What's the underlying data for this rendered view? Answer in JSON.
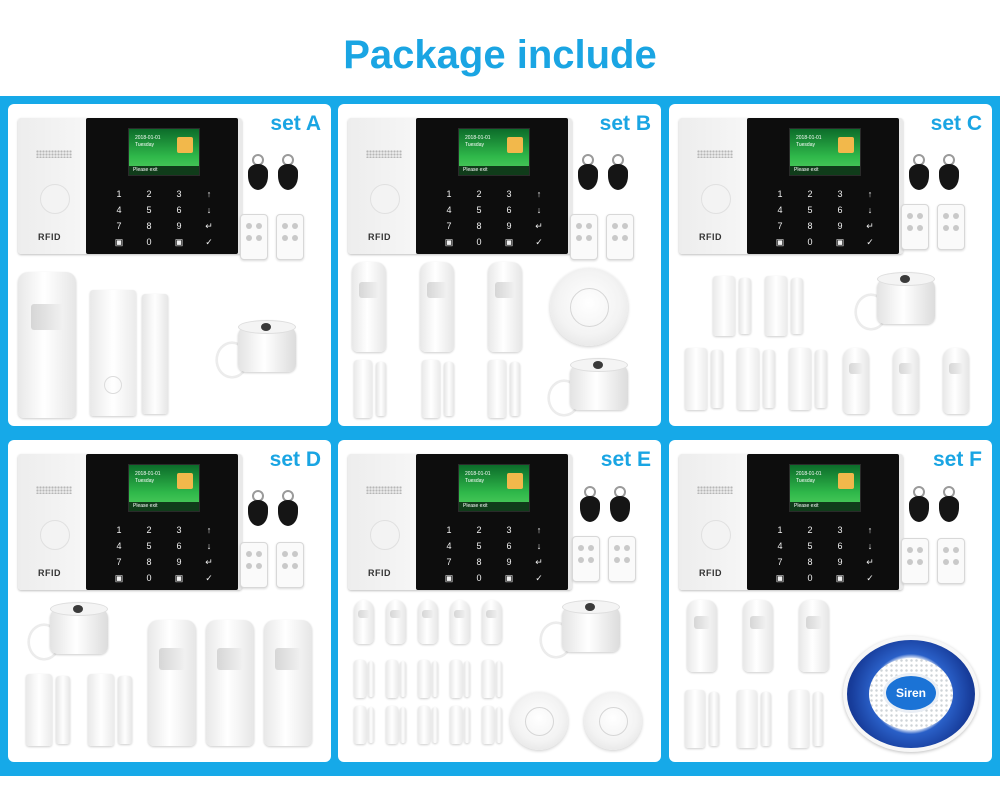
{
  "title": "Package include",
  "accent_color": "#1aa5e3",
  "frame_color": "#16a9e8",
  "host": {
    "brand_label": "RFID",
    "screen_date": "2018-01-01",
    "screen_day": "Tuesday",
    "screen_status": "Please exit",
    "keys": [
      "1",
      "2",
      "3",
      "↑",
      "4",
      "5",
      "6",
      "↓",
      "7",
      "8",
      "9",
      "↵",
      "▣",
      "0",
      "▣",
      "✓"
    ]
  },
  "sets": [
    {
      "label": "set A"
    },
    {
      "label": "set B"
    },
    {
      "label": "set C"
    },
    {
      "label": "set D"
    },
    {
      "label": "set E"
    },
    {
      "label": "set F",
      "strobe_label": "Siren"
    }
  ]
}
